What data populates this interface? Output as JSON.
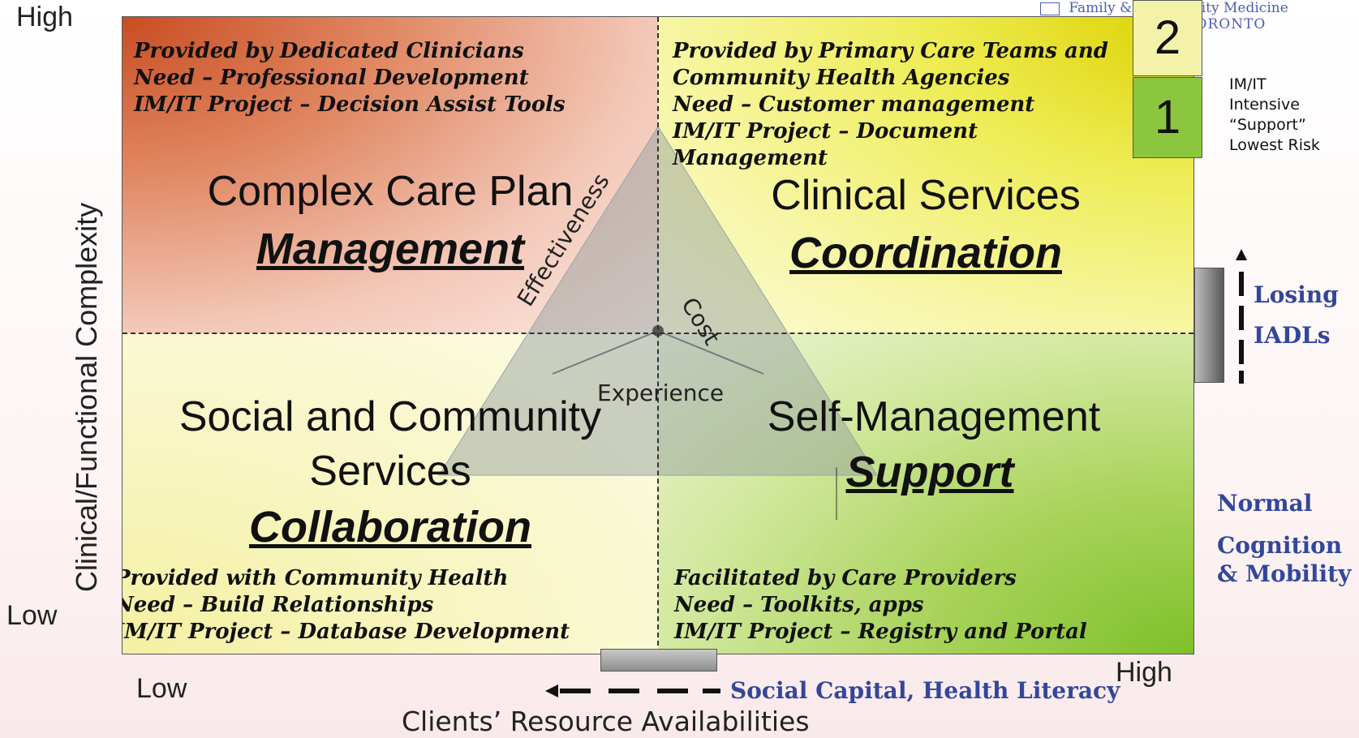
{
  "axes": {
    "y_high": "High",
    "y_low": "Low",
    "y_label": "Clinical/Functional Complexity",
    "x_low": "Low",
    "x_high": "High",
    "x_label": "Clients’ Resource Availabilities"
  },
  "quadrants": {
    "top_left": {
      "lines": [
        "Provided by Dedicated Clinicians",
        "Need – Professional Development",
        "IM/IT Project – Decision Assist Tools"
      ],
      "title": "Complex Care Plan",
      "subtitle": "Management"
    },
    "top_right": {
      "lines": [
        "Provided by Primary Care Teams and",
        "Community Health Agencies",
        "Need – Customer management",
        "IM/IT Project – Document",
        "Management"
      ],
      "title": "Clinical Services",
      "subtitle": "Coordination"
    },
    "bottom_left": {
      "title_line1": "Social and Community",
      "title_line2": "Services",
      "subtitle": "Collaboration",
      "lines": [
        "Provided with Community Health",
        "Need – Build Relationships",
        "IM/IT Project – Database Development"
      ]
    },
    "bottom_right": {
      "title": "Self-Management",
      "subtitle": "Support",
      "lines": [
        "Facilitated by Care Providers",
        "Need – Toolkits, apps",
        "IM/IT Project – Registry and Portal"
      ]
    }
  },
  "triangle": {
    "left_edge": "Effectiveness",
    "right_edge": "Cost",
    "bottom": "Experience"
  },
  "logo": {
    "line1_left": "Family &",
    "line1_right": "ity Medicine",
    "line2": "F TORONTO"
  },
  "risk_legend": {
    "box2": "2",
    "box1": "1",
    "box1_color": "#8cc63f",
    "box2_color": "#f4f2a8",
    "desc_lines": [
      "IM/IT",
      "Intensive",
      "“Support”",
      "Lowest Risk"
    ]
  },
  "right_side": {
    "losing_1": "Losing",
    "losing_2": "IADLs",
    "normal_1": "Normal",
    "normal_2": "Cognition",
    "normal_3": "& Mobility"
  },
  "bottom_side": {
    "arrow_label": "Social Capital, Health Literacy"
  },
  "colors": {
    "top_left": "#c94d22",
    "top_right": "#dcd100",
    "bottom_left": "#f4f0a2",
    "bottom_right": "#7ec02a",
    "blue_text": "#33479a"
  }
}
